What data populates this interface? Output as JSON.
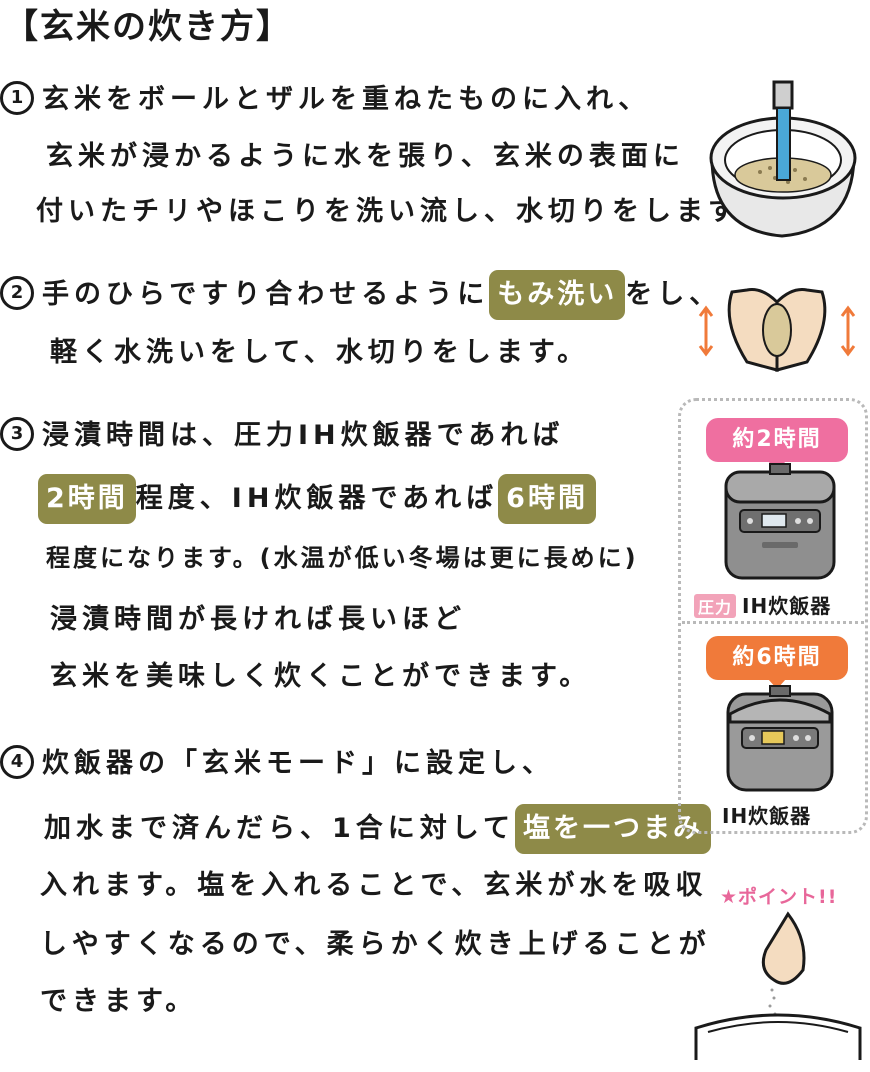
{
  "title": "【玄米の炊き方】",
  "steps": [
    {
      "num": "1",
      "lines": [
        "玄米をボールとザルを重ねたものに入れ、",
        "玄米が浸かるように水を張り、玄米の表面に",
        "付いたチリやほこりを洗い流し、水切りをします。"
      ]
    },
    {
      "num": "2",
      "line1_pre": "手のひらですり合わせるように",
      "line1_hl": "もみ洗い",
      "line1_post": "をし、",
      "line2": "軽く水洗いをして、水切りをします。"
    },
    {
      "num": "3",
      "line1": "浸漬時間は、圧力IH炊飯器であれば",
      "line2_hl1": "2時間",
      "line2_mid": "程度、IH炊飯器であれば",
      "line2_hl2": "6時間",
      "line3": "程度になります。(水温が低い冬場は更に長めに)",
      "line4": "浸漬時間が長ければ長いほど",
      "line5": "玄米を美味しく炊くことができます。"
    },
    {
      "num": "4",
      "line1": "炊飯器の「玄米モード」に設定し、",
      "line2_pre": "加水まで済んだら、1合に対して",
      "line2_hl": "塩を一つまみ",
      "line3": "入れます。塩を入れることで、玄米が水を吸収",
      "line4": "しやすくなるので、柔らかく炊き上げることが",
      "line5": "できます。"
    }
  ],
  "side": {
    "badge1": "約2時間",
    "badge1_color": "#ef6fa0",
    "tag1": "圧力",
    "caption1": "IH炊飯器",
    "badge2": "約6時間",
    "badge2_color": "#f07a3a",
    "caption2": "IH炊飯器",
    "point": "★ポイント!!"
  },
  "colors": {
    "highlight": "#8e8a48",
    "arrow": "#f07a3a",
    "bowl_water": "#4aa8d8"
  }
}
